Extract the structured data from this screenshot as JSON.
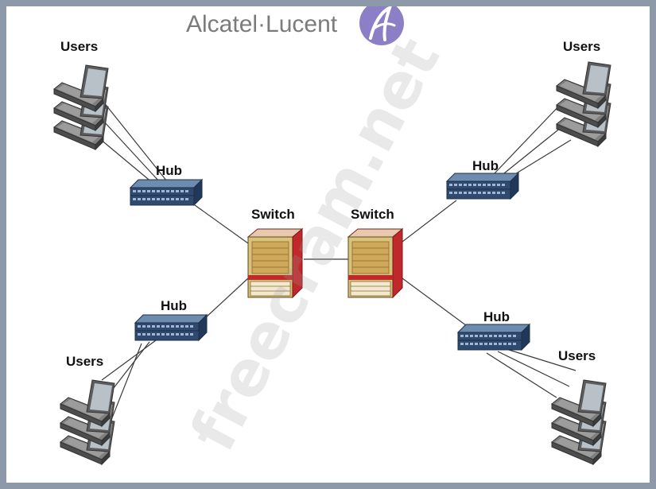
{
  "brand": {
    "name": "Alcatel·Lucent",
    "logo_icon": "alcatel-lucent-logo-icon"
  },
  "watermark": "freecram.net",
  "labels": {
    "users_tl": "Users",
    "users_tr": "Users",
    "users_bl": "Users",
    "users_br": "Users",
    "hub_tl": "Hub",
    "hub_tr": "Hub",
    "hub_bl": "Hub",
    "hub_br": "Hub",
    "switch_left": "Switch",
    "switch_right": "Switch"
  },
  "colors": {
    "frame": "#8d98a8",
    "hub": "#2f4a6e",
    "switch_front": "#d9c27a",
    "switch_side": "#c0282b",
    "logo": "#8d7fc6"
  }
}
